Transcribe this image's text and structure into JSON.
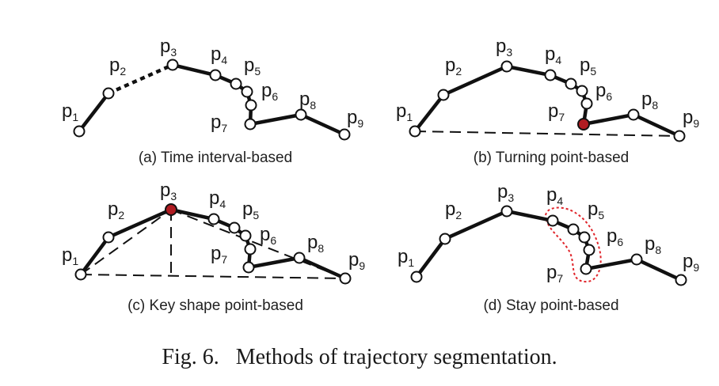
{
  "figure_caption": {
    "number": "Fig. 6.",
    "text": "Methods of trajectory segmentation."
  },
  "colors": {
    "line": "#111111",
    "node_fill": "#ffffff",
    "highlight_node": "#b01c22",
    "stay_outline": "#e0242a"
  },
  "panels": [
    {
      "id": "a",
      "caption": "(a) Time interval-based",
      "nodes": [
        {
          "label": "p",
          "sub": "1"
        },
        {
          "label": "p",
          "sub": "2"
        },
        {
          "label": "p",
          "sub": "3"
        },
        {
          "label": "p",
          "sub": "4"
        },
        {
          "label": "p",
          "sub": "5"
        },
        {
          "label": "p",
          "sub": "6"
        },
        {
          "label": "p",
          "sub": "7"
        },
        {
          "label": "p",
          "sub": "8"
        },
        {
          "label": "p",
          "sub": "9"
        }
      ]
    },
    {
      "id": "b",
      "caption": "(b) Turning point-based",
      "nodes": [
        {
          "label": "p",
          "sub": "1"
        },
        {
          "label": "p",
          "sub": "2"
        },
        {
          "label": "p",
          "sub": "3"
        },
        {
          "label": "p",
          "sub": "4"
        },
        {
          "label": "p",
          "sub": "5"
        },
        {
          "label": "p",
          "sub": "6"
        },
        {
          "label": "p",
          "sub": "7"
        },
        {
          "label": "p",
          "sub": "8"
        },
        {
          "label": "p",
          "sub": "9"
        }
      ]
    },
    {
      "id": "c",
      "caption": "(c) Key shape point-based",
      "nodes": [
        {
          "label": "p",
          "sub": "1"
        },
        {
          "label": "p",
          "sub": "2"
        },
        {
          "label": "p",
          "sub": "3"
        },
        {
          "label": "p",
          "sub": "4"
        },
        {
          "label": "p",
          "sub": "5"
        },
        {
          "label": "p",
          "sub": "6"
        },
        {
          "label": "p",
          "sub": "7"
        },
        {
          "label": "p",
          "sub": "8"
        },
        {
          "label": "p",
          "sub": "9"
        }
      ]
    },
    {
      "id": "d",
      "caption": "(d) Stay point-based",
      "nodes": [
        {
          "label": "p",
          "sub": "1"
        },
        {
          "label": "p",
          "sub": "2"
        },
        {
          "label": "p",
          "sub": "3"
        },
        {
          "label": "p",
          "sub": "4"
        },
        {
          "label": "p",
          "sub": "5"
        },
        {
          "label": "p",
          "sub": "6"
        },
        {
          "label": "p",
          "sub": "7"
        },
        {
          "label": "p",
          "sub": "8"
        },
        {
          "label": "p",
          "sub": "9"
        }
      ]
    }
  ]
}
